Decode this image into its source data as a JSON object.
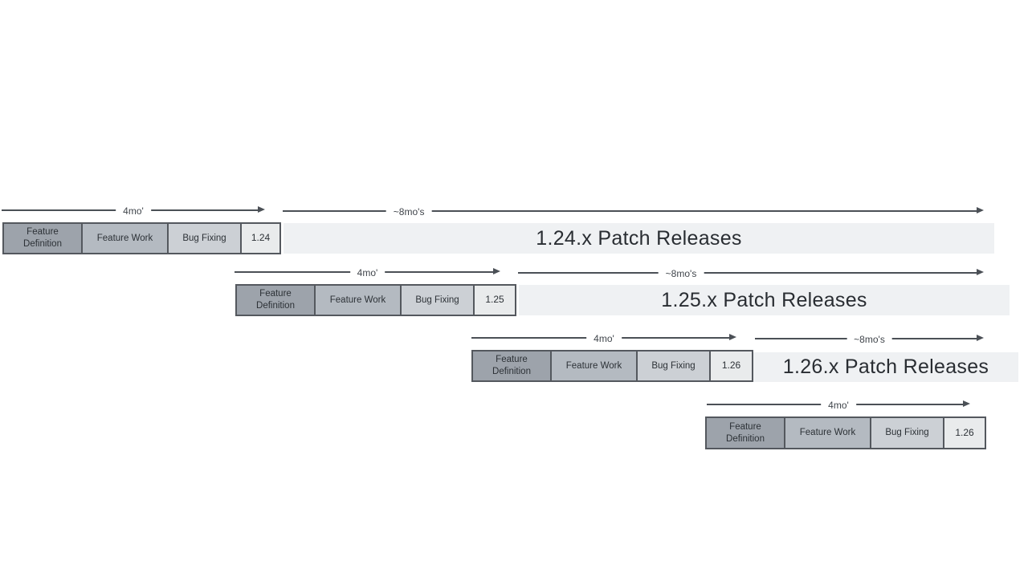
{
  "diagram": {
    "title": "release-cadence-timeline",
    "duration_short_label": "4mo'",
    "duration_long_label": "~8mo's",
    "phases": {
      "definition": "Feature Definition",
      "work": "Feature Work",
      "bugfix": "Bug Fixing"
    },
    "rows": [
      {
        "version": "1.24",
        "patch_label": "1.24.x Patch Releases"
      },
      {
        "version": "1.25",
        "patch_label": "1.25.x Patch Releases"
      },
      {
        "version": "1.26",
        "patch_label": "1.26.x Patch Releases"
      },
      {
        "version": "1.26",
        "patch_label": ""
      }
    ],
    "colors": {
      "feature_definition": "#9da3ab",
      "feature_work": "#b4bac1",
      "bug_fixing": "#ccd0d5",
      "version_box": "#e9ebec",
      "patch_bar": "#eff1f3",
      "border": "#54585e",
      "arrow": "#4b5056",
      "background": "#ffffff"
    }
  }
}
